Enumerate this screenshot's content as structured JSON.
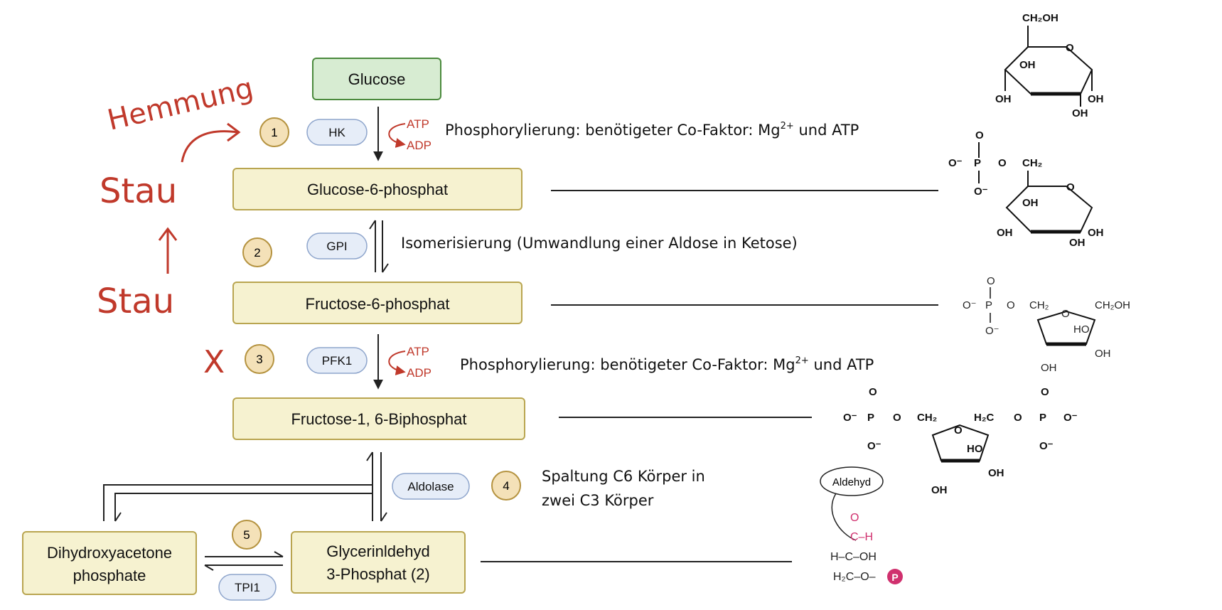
{
  "colors": {
    "glucose_fill": "#d7ecd2",
    "glucose_stroke": "#4b8a3d",
    "metab_fill": "#f6f2d0",
    "metab_stroke": "#b9a550",
    "enzyme_fill": "#e6edf8",
    "enzyme_stroke": "#8ea5cc",
    "step_fill": "#f4e1b8",
    "step_stroke": "#b59340",
    "atp_color": "#c0392b",
    "handwriting": "#c0392b",
    "aldehyde_color": "#d0306e"
  },
  "metabolites": {
    "glucose": "Glucose",
    "g6p": "Glucose-6-phosphat",
    "f6p": "Fructose-6-phosphat",
    "f16bp": "Fructose-1, 6-Biphosphat",
    "dhap_line1": "Dihydroxyacetone",
    "dhap_line2": "phosphate",
    "gap_line1": "Glycerinldehyd",
    "gap_line2": "3-Phosphat (2)"
  },
  "enzymes": {
    "hk": "HK",
    "gpi": "GPI",
    "pfk1": "PFK1",
    "aldolase": "Aldolase",
    "tpi1": "TPI1"
  },
  "steps": [
    "1",
    "2",
    "3",
    "4",
    "5"
  ],
  "cofactors": {
    "atp": "ATP",
    "adp": "ADP"
  },
  "notes": {
    "step1_prefix": "Phosphorylierung: benötigeter Co-Faktor: Mg",
    "step1_sup": "2+",
    "step1_suffix": " und ATP",
    "step2": "Isomerisierung (Umwandlung einer Aldose in Ketose)",
    "step3_prefix": "Phosphorylierung: benötigeter Co-Faktor: Mg",
    "step3_sup": "2+",
    "step3_suffix": " und ATP",
    "step4_line1": "Spaltung C6 Körper in",
    "step4_line2": "zwei C3 Körper"
  },
  "handwriting": {
    "hemmung": "Hemmung",
    "stau_top": "Stau",
    "stau_bottom": "Stau",
    "cross": "X"
  },
  "structures": {
    "glucose": {
      "ch2oh": "CH₂OH",
      "ring_o": "O",
      "oh_a": "OH",
      "oh_b": "OH",
      "oh_c": "OH",
      "oh_d": "OH"
    },
    "g6p": {
      "o_top": "O",
      "minus_o_left": "O⁻",
      "p": "P",
      "o_link": "O",
      "ch2": "CH₂",
      "o_bottom": "O⁻",
      "ring_o": "O",
      "oh_a": "OH",
      "oh_b": "OH",
      "oh_c": "OH",
      "oh_d": "OH"
    },
    "f6p": {
      "o_top": "O",
      "minus_o_left": "O⁻",
      "p": "P",
      "o_link": "O",
      "ch2": "CH₂",
      "o_bottom": "O⁻",
      "ring_o": "O",
      "ch2oh": "CH₂OH",
      "ho": "HO",
      "oh_a": "OH",
      "oh_b": "OH"
    },
    "f16bp": {
      "o_top_l": "O",
      "minus_o_l": "O⁻",
      "p_l": "P",
      "o_link_l": "O",
      "ch2_l": "CH₂",
      "o_bottom_l": "O⁻",
      "ring_o": "O",
      "h2c": "H₂C",
      "o_link_r": "O",
      "p_r": "P",
      "o_top_r": "O",
      "minus_o_r": "O⁻",
      "o_bottom_r": "O⁻",
      "ho": "HO",
      "oh_a": "OH",
      "oh_b": "OH"
    },
    "gap": {
      "bubble": "Aldehyd",
      "o": "O",
      "ch": "C–H",
      "hcoh": "H–C–OH",
      "h2co": "H₂C–O–",
      "p_circle": "P"
    }
  }
}
